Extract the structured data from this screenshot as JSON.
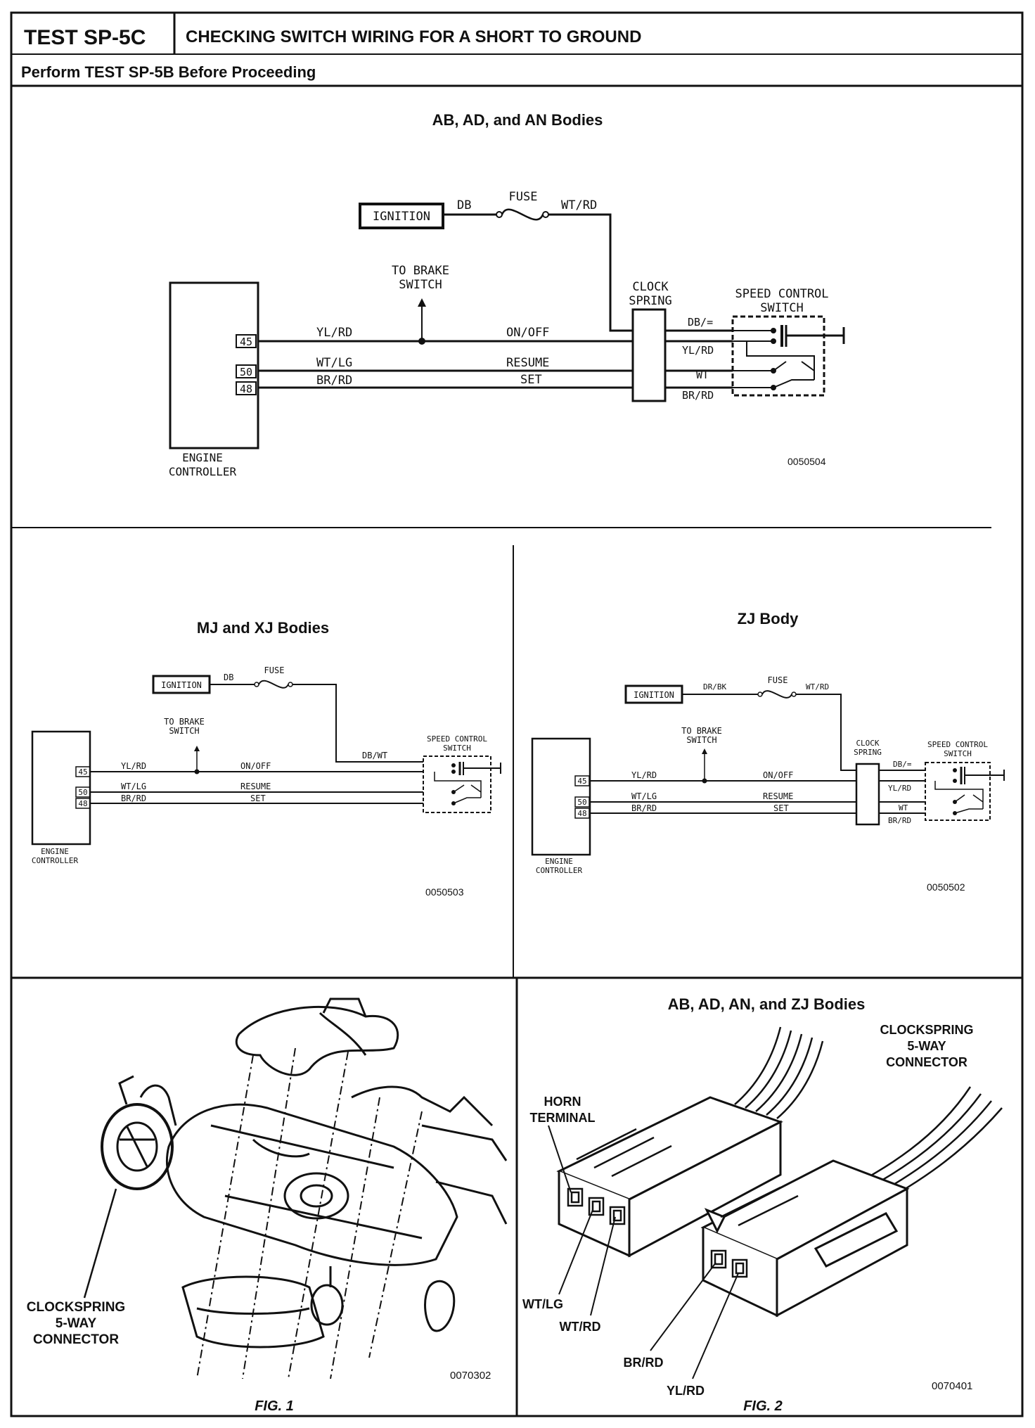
{
  "header": {
    "test_id": "TEST SP-5C",
    "title": "CHECKING SWITCH WIRING FOR A SHORT TO GROUND",
    "prereq": "Perform TEST SP-5B Before Proceeding"
  },
  "diagram_ab": {
    "title": "AB, AD, and AN Bodies",
    "ignition": "IGNITION",
    "fuse": "FUSE",
    "wire_db": "DB",
    "wire_wtrd": "WT/RD",
    "to_brake_1": "TO BRAKE",
    "to_brake_2": "SWITCH",
    "clock_1": "CLOCK",
    "clock_2": "SPRING",
    "switch_1": "SPEED CONTROL",
    "switch_2": "SWITCH",
    "pin45": "45",
    "pin50": "50",
    "pin48": "48",
    "wire_ylrd": "YL/RD",
    "wire_wtlg": "WT/LG",
    "wire_brrd": "BR/RD",
    "onoff": "ON/OFF",
    "resume": "RESUME",
    "set": "SET",
    "sw_db": "DB/=",
    "sw_ylrd": "YL/RD",
    "sw_wt": "WT",
    "sw_brrd": "BR/RD",
    "engine_1": "ENGINE",
    "engine_2": "CONTROLLER",
    "code": "0050504"
  },
  "diagram_mj": {
    "title": "MJ and XJ Bodies",
    "ignition": "IGNITION",
    "fuse": "FUSE",
    "wire_db": "DB",
    "to_brake_1": "TO BRAKE",
    "to_brake_2": "SWITCH",
    "switch_1": "SPEED CONTROL",
    "switch_2": "SWITCH",
    "wire_dbwt": "DB/WT",
    "pin45": "45",
    "pin50": "50",
    "pin48": "48",
    "wire_ylrd": "YL/RD",
    "wire_wtlg": "WT/LG",
    "wire_brrd": "BR/RD",
    "onoff": "ON/OFF",
    "resume": "RESUME",
    "set": "SET",
    "engine_1": "ENGINE",
    "engine_2": "CONTROLLER",
    "code": "0050503"
  },
  "diagram_zj": {
    "title": "ZJ Body",
    "ignition": "IGNITION",
    "fuse": "FUSE",
    "wire_drbk": "DR/BK",
    "wire_wtrd": "WT/RD",
    "to_brake_1": "TO BRAKE",
    "to_brake_2": "SWITCH",
    "clock_1": "CLOCK",
    "clock_2": "SPRING",
    "switch_1": "SPEED CONTROL",
    "switch_2": "SWITCH",
    "pin45": "45",
    "pin50": "50",
    "pin48": "48",
    "wire_ylrd": "YL/RD",
    "wire_wtlg": "WT/LG",
    "wire_brrd": "BR/RD",
    "onoff": "ON/OFF",
    "resume": "RESUME",
    "set": "SET",
    "sw_db": "DB/=",
    "sw_ylrd": "YL/RD",
    "sw_wt": "WT",
    "sw_brrd": "BR/RD",
    "engine_1": "ENGINE",
    "engine_2": "CONTROLLER",
    "code": "0050502"
  },
  "fig1": {
    "callout_1": "CLOCKSPRING",
    "callout_2": "5-WAY",
    "callout_3": "CONNECTOR",
    "code": "0070302",
    "caption": "FIG. 1"
  },
  "fig2": {
    "title": "AB, AD, AN, and ZJ Bodies",
    "conn_1": "CLOCKSPRING",
    "conn_2": "5-WAY",
    "conn_3": "CONNECTOR",
    "horn_1": "HORN",
    "horn_2": "TERMINAL",
    "wtlg": "WT/LG",
    "wtrd": "WT/RD",
    "brrd": "BR/RD",
    "ylrd": "YL/RD",
    "code": "0070401",
    "caption": "FIG. 2"
  }
}
